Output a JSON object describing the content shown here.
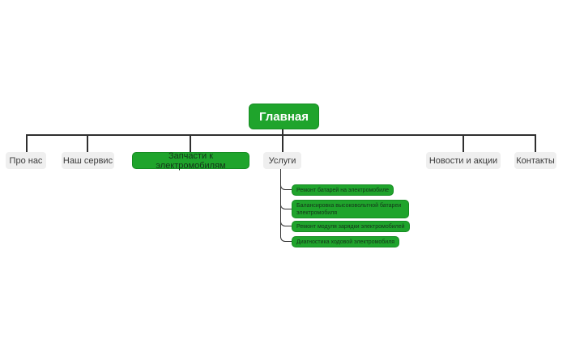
{
  "palette": {
    "background": "#ffffff",
    "green": "#1fa42c",
    "green-border": "#168c22",
    "gray-bg": "#efefef",
    "line": "#2f2f2f",
    "text-dark": "#3b3b3b",
    "text-on-green": "#15351a",
    "root-text": "#ffffff"
  },
  "root": {
    "label": "Главная"
  },
  "pages": [
    {
      "label": "Про нас"
    },
    {
      "label": "Наш сервис"
    },
    {
      "label": "Запчасти к электромобилям"
    },
    {
      "label": "Услуги"
    },
    {
      "label": "Новости и акции"
    },
    {
      "label": "Контакты"
    }
  ],
  "services_children": [
    {
      "label": "Ремонт батарей на электромобиле"
    },
    {
      "label": "Балансировка высоковольтной батареи электромобиля"
    },
    {
      "label": "Ремонт модуля зарядки электромобилей"
    },
    {
      "label": "Диагностика ходовой электромобиля"
    }
  ]
}
